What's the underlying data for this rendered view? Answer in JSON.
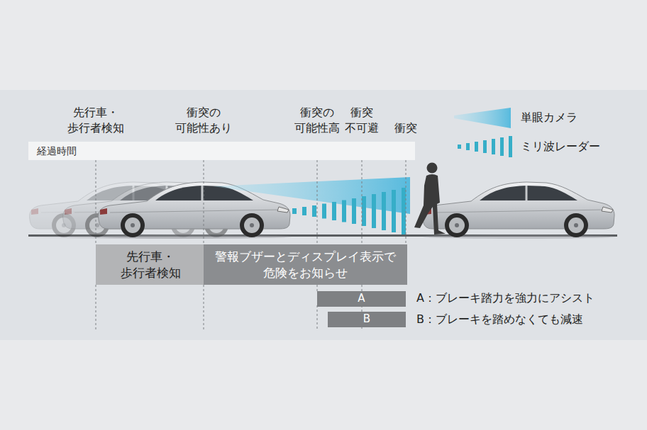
{
  "diagram": {
    "nodes": [
      {
        "text": [
          "経過時間"
        ]
      },
      {
        "text": [
          "先行車・ 歩行者検知"
        ]
      },
      {
        "text": [
          "警報ブザーとディスプレイ表示で 危険をお知らせ"
        ]
      },
      {
        "text": [
          "A"
        ]
      },
      {
        "text": [
          "B"
        ]
      }
    ],
    "labels": [
      "先行車・ 歩行者検知",
      "衝突の 可能性あり",
      "衝突の 可能性高",
      "衝突 不可避",
      "衝突",
      "A：ブレーキ踏力を強力にアシスト",
      "B：ブレーキを踏めなくても減速"
    ],
    "legend": [
      {
        "text": "単眼カメラ"
      },
      {
        "text": "ミリ波レーダー"
      }
    ]
  }
}
